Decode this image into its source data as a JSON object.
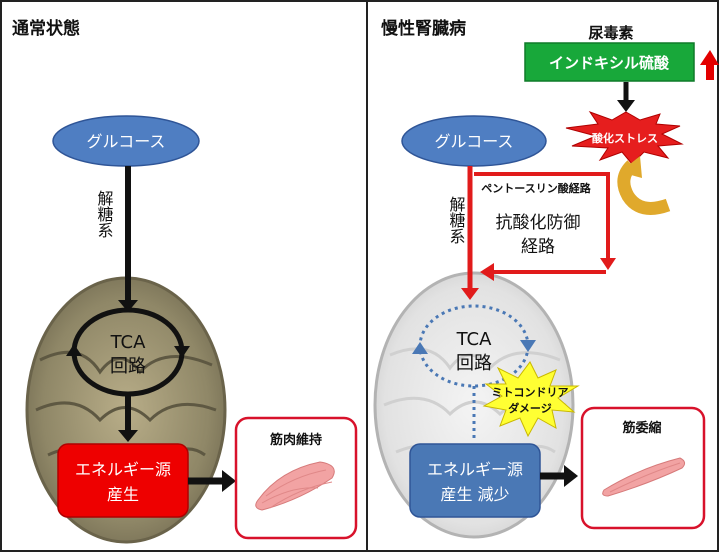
{
  "left": {
    "title": "通常状態",
    "glucose": "グルコース",
    "glycolysis": "解糖系",
    "tca_line1": "TCA",
    "tca_line2": "回路",
    "energy_line1": "エネルギー源",
    "energy_line2": "産生",
    "muscle": "筋肉維持"
  },
  "right": {
    "title": "慢性腎臓病",
    "uremic_toxin": "尿毒素",
    "indoxyl": "インドキシル硫酸",
    "oxidative_stress": "酸化ストレス",
    "glucose": "グルコース",
    "glycolysis": "解糖系",
    "pentose": "ペントースリン酸経路",
    "antiox_line1": "抗酸化防御",
    "antiox_line2": "経路",
    "tca_line1": "TCA",
    "tca_line2": "回路",
    "mito_line1": "ミトコンドリア",
    "mito_line2": "ダメージ",
    "energy_line1": "エネルギー源",
    "energy_line2": "産生 減少",
    "atrophy": "筋委縮"
  },
  "colors": {
    "glucose_fill": "#4f7ec2",
    "energy_normal": "#ee0000",
    "energy_reduced": "#4a78b5",
    "indoxyl_fill": "#18a83a",
    "pathway_red": "#e11b1b",
    "increase_arrow": "#e30000",
    "stress_red": "#e61e1e",
    "damage_yellow": "#ffff33",
    "muscle_pink": "#f2a3a3"
  },
  "icons": [
    "red-up-arrow-icon",
    "muscle-fiber-icon",
    "curved-yellow-arrow-icon",
    "burst-icon"
  ]
}
